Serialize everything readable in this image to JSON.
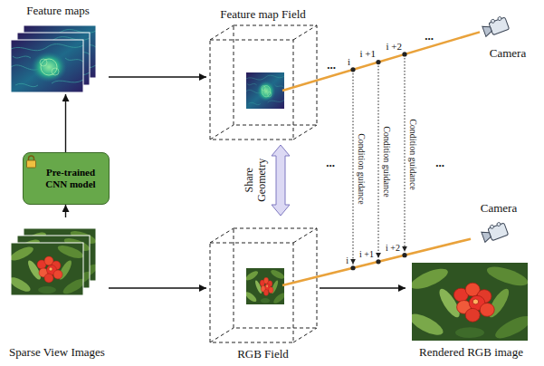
{
  "diagram": {
    "nodes": [
      {
        "text": [
          "Feature maps"
        ]
      },
      {
        "text": [
          "Feature map Field"
        ]
      },
      {
        "text": [
          "Camera"
        ]
      },
      {
        "text": [
          "Pre-trained CNN model"
        ]
      },
      {
        "text": [
          "Sparse View Images"
        ]
      },
      {
        "text": [
          "RGB Field"
        ]
      },
      {
        "text": [
          "Camera"
        ]
      },
      {
        "text": [
          "Rendered RGB image"
        ]
      }
    ],
    "edges": [
      {
        "from": 4,
        "to": 3,
        "arrow": "to"
      },
      {
        "from": 3,
        "to": 0,
        "arrow": "to"
      },
      {
        "from": 0,
        "to": 1,
        "arrow": "to"
      },
      {
        "from": 1,
        "to": 5,
        "label": "Share Geometry",
        "arrow": "both"
      },
      {
        "from": 4,
        "to": 5,
        "arrow": "to"
      },
      {
        "from": 5,
        "to": 7,
        "arrow": "to"
      },
      {
        "from": 1,
        "to": 2,
        "arrow": "none"
      },
      {
        "from": 5,
        "to": 6,
        "arrow": "none"
      }
    ],
    "labels": [
      "...",
      "i",
      "i +1",
      "i +2",
      "...",
      "Condition guidance",
      "Condition guidance",
      "Condition guidance",
      "...",
      "...",
      "i",
      "i +1",
      "i +2"
    ]
  }
}
